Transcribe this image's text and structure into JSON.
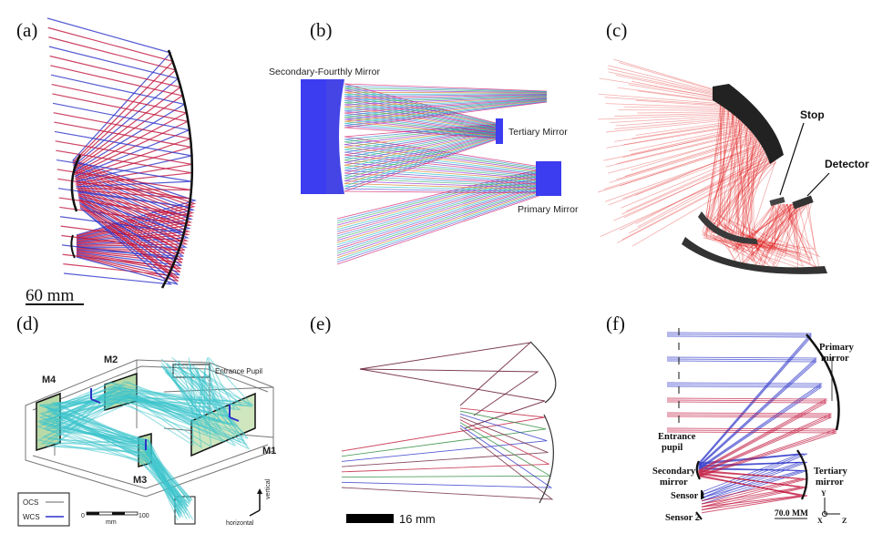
{
  "panels": {
    "a": {
      "label": "(a)",
      "scale": "60 mm"
    },
    "b": {
      "label": "(b)",
      "secondary": "Secondary-Fourthly Mirror",
      "tertiary": "Tertiary Mirror",
      "primary": "Primary Mirror"
    },
    "c": {
      "label": "(c)",
      "stop": "Stop",
      "detector": "Detector"
    },
    "d": {
      "label": "(d)",
      "m1": "M1",
      "m2": "M2",
      "m3": "M3",
      "m4": "M4",
      "entrance": "Entrance Pupil",
      "ocs": "OCS",
      "wcs": "WCS",
      "scale_min": "0",
      "scale_unit": "mm",
      "scale_max": "100",
      "vertical": "vertical",
      "horizontal": "horizontal"
    },
    "e": {
      "label": "(e)",
      "scale": "16 mm"
    },
    "f": {
      "label": "(f)",
      "primary_1": "Primary",
      "primary_2": "mirror",
      "entrance_1": "Entrance",
      "entrance_2": "pupil",
      "secondary_1": "Secondary",
      "secondary_2": "mirror",
      "tertiary_1": "Tertiary",
      "tertiary_2": "mirror",
      "sensor1": "Sensor 1",
      "sensor2": "Sensor 2",
      "scale": "70.0 MM",
      "axis_y": "Y",
      "axis_x": "X",
      "axis_z": "Z"
    }
  },
  "colors": {
    "ray_red": "#c0143c",
    "ray_blue": "#2a32c8",
    "mirror_blue": "#3c3cf0",
    "cyan": "#3cc4cc",
    "ray_dark": "#6a1f3a"
  }
}
